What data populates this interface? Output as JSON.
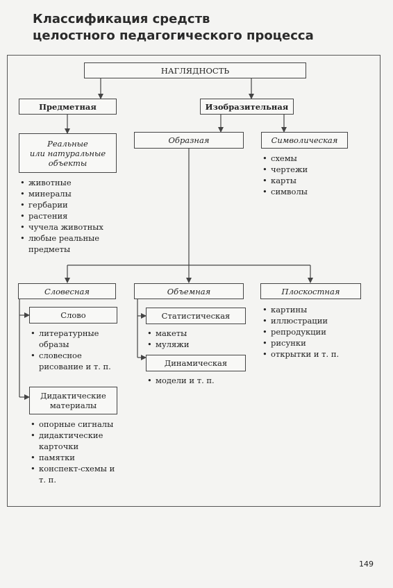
{
  "title": {
    "line1": "Классификация средств",
    "line2": "целостного педагогического процесса"
  },
  "root": "НАГЛЯДНОСТЬ",
  "level1": {
    "left": "Предметная",
    "right": "Изобразительная"
  },
  "predmetnaya": {
    "box_line1": "Реальные",
    "box_line2": "или натуральные",
    "box_line3": "объекты",
    "items": [
      "животные",
      "минералы",
      "гербарии",
      "растения",
      "чучела животных",
      "любые реальные предметы"
    ]
  },
  "obraznaya": "Образная",
  "simvolicheskaya": {
    "label": "Символическая",
    "items": [
      "схемы",
      "чертежи",
      "карты",
      "символы"
    ]
  },
  "slovesnaya": {
    "label": "Словесная",
    "slovo": "Слово",
    "slovo_items": [
      "литературные образы",
      "словесное рисование и т. п."
    ],
    "didact_line1": "Дидактические",
    "didact_line2": "материалы",
    "didact_items": [
      "опорные сигналы",
      "дидактические карточки",
      "памятки",
      "конспект-схемы и т. п."
    ]
  },
  "obemnaya": {
    "label": "Объемная",
    "stat": "Статистическая",
    "stat_items": [
      "макеты",
      "муляжи"
    ],
    "dyn": "Динамическая",
    "dyn_items": [
      "модели и т. п."
    ]
  },
  "ploskostnaya": {
    "label": "Плоскостная",
    "items": [
      "картины",
      "иллюстрации",
      "репродукции",
      "рисунки",
      "открытки и т. п."
    ]
  },
  "page_number": "149"
}
